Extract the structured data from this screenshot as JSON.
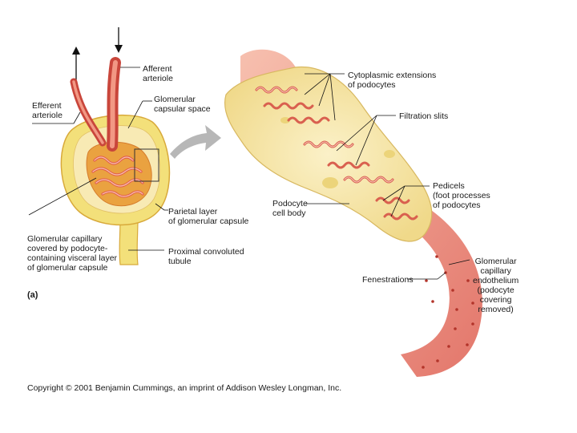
{
  "labels": {
    "afferent": "Afferent\narteriole",
    "efferent": "Efferent\narteriole",
    "glomerular_space": "Glomerular\ncapsular space",
    "parietal": "Parietal layer\nof glomerular capsule",
    "glomerular_capillary": "Glomerular capillary\ncovered by podocyte-\ncontaining visceral layer\nof glomerular capsule",
    "proximal": "Proximal convoluted\ntubule",
    "cytoplasmic": "Cytoplasmic extensions\nof podocytes",
    "filtration": "Filtration slits",
    "pedicels": "Pedicels\n(foot processes\nof podocytes",
    "podocyte_body": "Podocyte\ncell body",
    "fenestrations": "Fenestrations",
    "endothelium": "Glomerular\ncapillary\nendothelium\n(podocyte\ncovering\nremoved)"
  },
  "panel_label": "(a)",
  "copyright": "Copyright © 2001 Benjamin Cummings, an imprint of Addison Wesley Longman, Inc.",
  "colors": {
    "vessel": "#e2665a",
    "vessel_light": "#f4b7a4",
    "capsule": "#f3e07a",
    "capsule_dark": "#d8a93a",
    "podocyte": "#f8eab4",
    "arrow": "#b7b7b7"
  }
}
